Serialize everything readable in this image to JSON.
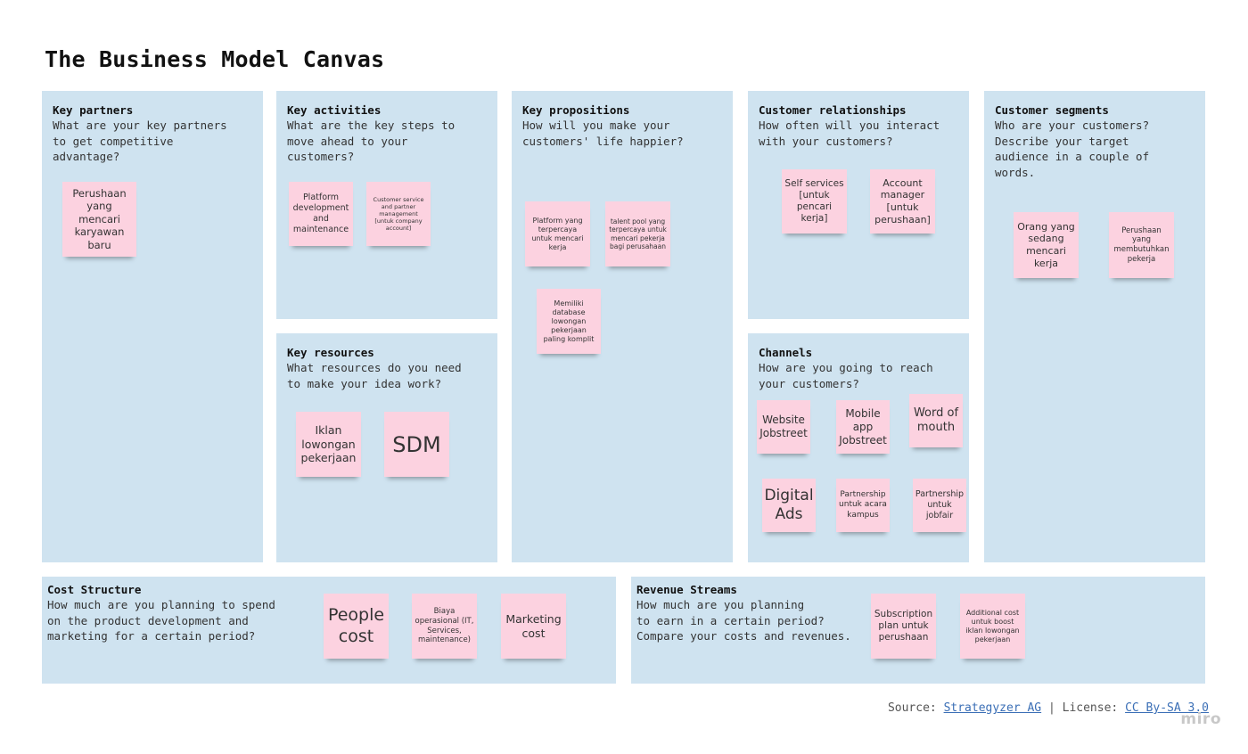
{
  "title": "The Business Model Canvas",
  "blocks": {
    "key_partners": {
      "title": "Key partners",
      "desc": "What are your key partners\nto get competitive\nadvantage?"
    },
    "key_activities": {
      "title": "Key activities",
      "desc": "What are the key steps to\nmove ahead to your\ncustomers?"
    },
    "key_resources": {
      "title": "Key resources",
      "desc": "What resources do you need\nto make your idea work?"
    },
    "key_propositions": {
      "title": "Key propositions",
      "desc": "How will you make your\ncustomers' life happier?"
    },
    "customer_relationships": {
      "title": "Customer relationships",
      "desc": "How often will you interact\nwith your customers?"
    },
    "channels": {
      "title": "Channels",
      "desc": "How are you going to reach\nyour customers?"
    },
    "customer_segments": {
      "title": "Customer segments",
      "desc": "Who are your customers?\nDescribe your target\naudience in a couple of\nwords."
    },
    "cost_structure": {
      "title": "Cost Structure",
      "desc": "How much are you planning to spend\non the product development and\nmarketing for a certain period?"
    },
    "revenue_streams": {
      "title": "Revenue Streams",
      "desc": "How much are you planning\nto earn in a certain period?\nCompare your costs and revenues."
    }
  },
  "stickies": {
    "kp1": "Perushaan yang mencari karyawan baru",
    "ka1": "Platform development and maintenance",
    "ka2": "Customer service and partner management [untuk company account]",
    "kr1": "Iklan lowongan pekerjaan",
    "kr2": "SDM",
    "vp1": "Platform yang terpercaya untuk mencari kerja",
    "vp2": "talent pool yang terpercaya untuk mencari pekerja bagi perusahaan",
    "vp3": "Memiliki database lowongan pekerjaan paling komplit",
    "cr1": "Self services [untuk pencari kerja]",
    "cr2": "Account manager [untuk perushaan]",
    "ch1": "Website Jobstreet",
    "ch2": "Mobile app Jobstreet",
    "ch3": "Word of mouth",
    "ch4": "Digital Ads",
    "ch5": "Partnership untuk acara kampus",
    "ch6": "Partnership untuk jobfair",
    "cs1": "Orang yang sedang mencari kerja",
    "cs2": "Perushaan yang membutuhkan pekerja",
    "co1": "People cost",
    "co2": "Biaya operasional (IT, Services, maintenance)",
    "co3": "Marketing cost",
    "rs1": "Subscription plan untuk perushaan",
    "rs2": "Additional cost untuk boost iklan lowongan pekerjaan"
  },
  "footer": {
    "source_label": "Source:",
    "source_link": "Strategyzer AG",
    "separator": "|",
    "license_label": "License:",
    "license_link": "CC By-SA 3.0",
    "watermark": "miro"
  },
  "colors": {
    "block_bg": "#cfe3f0",
    "sticky_bg": "#fcd2e0",
    "link": "#3b6fb6"
  }
}
